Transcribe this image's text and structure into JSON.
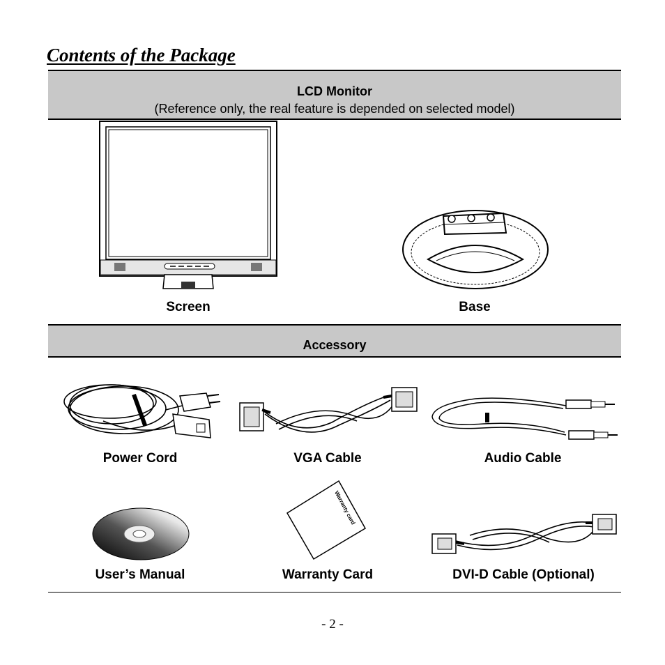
{
  "page": {
    "title": "Contents of the Package",
    "page_number": "- 2 -"
  },
  "monitor_section": {
    "heading": "LCD Monitor",
    "subheading": "(Reference only, the real feature is depended on selected model)",
    "items": [
      {
        "label": "Screen",
        "icon": "lcd-screen-illustration"
      },
      {
        "label": "Base",
        "icon": "monitor-base-illustration"
      }
    ]
  },
  "accessory_section": {
    "heading": "Accessory",
    "items": [
      {
        "label": "Power Cord",
        "icon": "power-cord-illustration"
      },
      {
        "label": "VGA Cable",
        "icon": "vga-cable-illustration"
      },
      {
        "label": "Audio Cable",
        "icon": "audio-cable-illustration"
      },
      {
        "label": "User’s Manual",
        "icon": "cd-disc-illustration"
      },
      {
        "label": "Warranty Card",
        "icon": "warranty-card-illustration",
        "card_text": "Warranty card"
      },
      {
        "label": "DVI-D Cable (Optional)",
        "icon": "dvi-cable-illustration"
      }
    ]
  }
}
